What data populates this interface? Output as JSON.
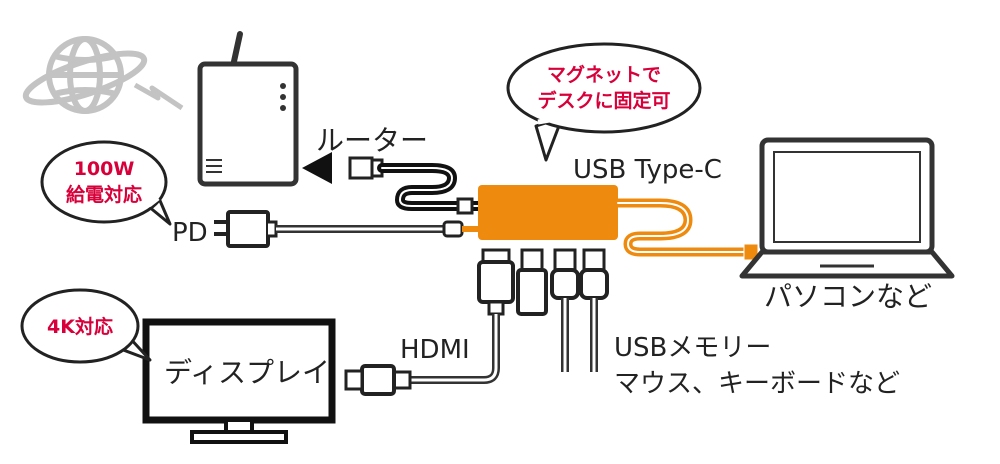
{
  "labels": {
    "router": "ルーター",
    "usb_type_c": "USB Type-C",
    "pc": "パソコンなど",
    "pd": "PD",
    "hdmi": "HDMI",
    "usb_memory": "USBメモリー",
    "mouse_keyboard": "マウス、キーボードなど",
    "display": "ディスプレイ"
  },
  "badges": {
    "magnet_line1": "マグネットで",
    "magnet_line2": "デスクに固定可",
    "power_line1": "100W",
    "power_line2": "給電対応",
    "resolution": "4K対応"
  },
  "colors": {
    "hub_orange": "#ee8a0e",
    "badge_text": "#d8003a",
    "outline": "#222222",
    "globe_gray": "#c8c8c8"
  },
  "icons": [
    "globe-icon",
    "wifi-signal-icon",
    "router-icon",
    "laptop-icon",
    "monitor-icon",
    "power-plug-icon",
    "hdmi-plug-icon",
    "usb-plug-icon",
    "arrow-left-icon"
  ]
}
